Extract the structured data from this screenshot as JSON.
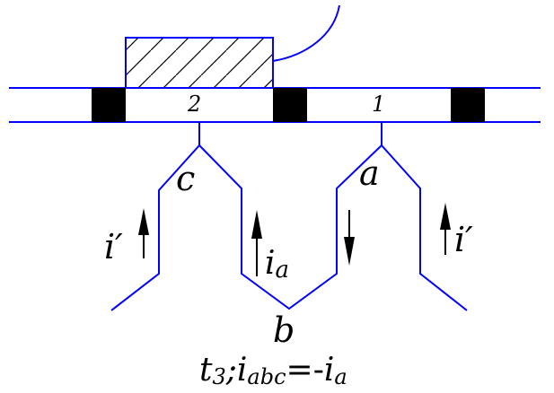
{
  "diagram": {
    "colors": {
      "line": "#0000ff",
      "block": "#000000",
      "text": "#000000"
    },
    "slot_labels": {
      "slot_2": "2",
      "slot_1": "1"
    },
    "phase_labels": {
      "c": "c",
      "a": "a",
      "b": "b"
    },
    "current_labels": {
      "left": "i′",
      "middle": "i",
      "middle_sub": "a",
      "right": "i′"
    },
    "caption": {
      "t": "t",
      "t_sub": "3",
      "sep": ";",
      "i": "i",
      "i_sub": "abc",
      "eq": "=-",
      "rhs": "i",
      "rhs_sub": "a"
    }
  }
}
